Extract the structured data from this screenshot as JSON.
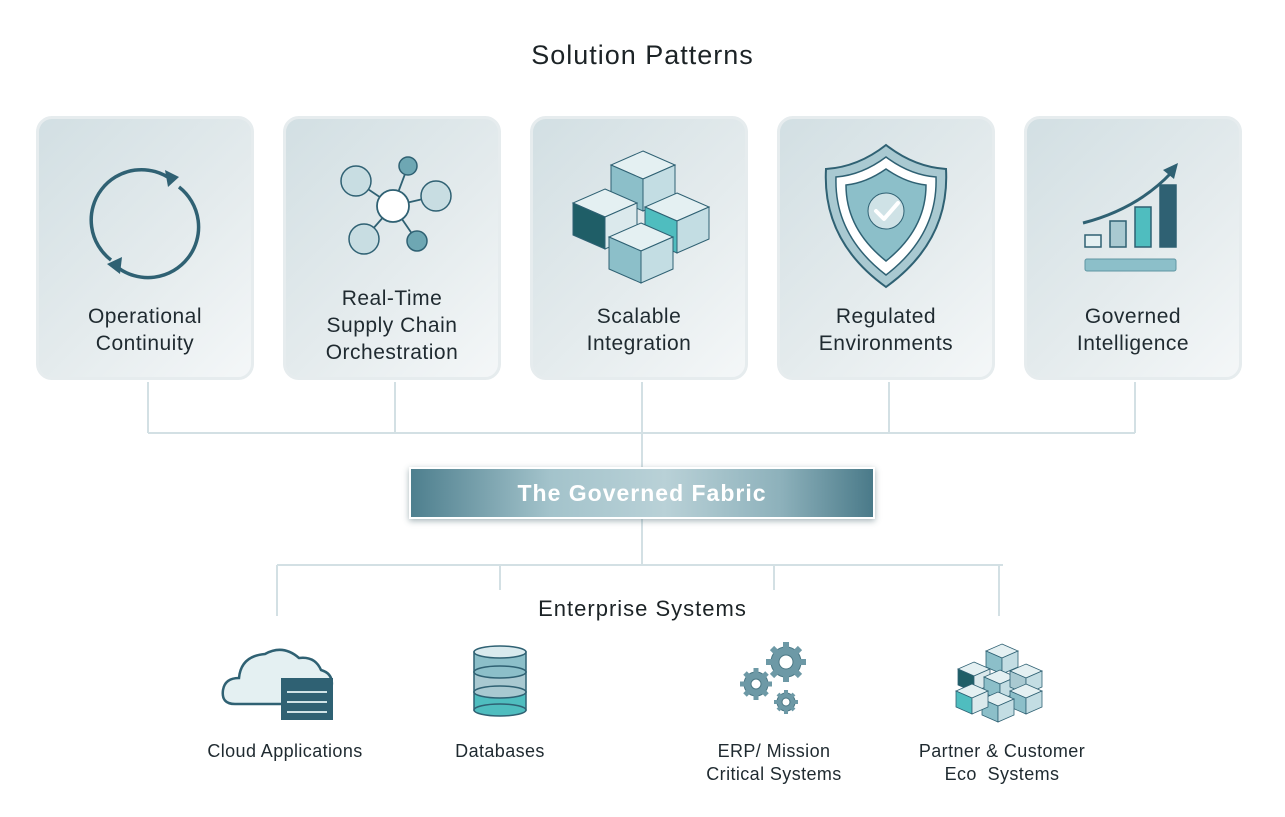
{
  "title": "Solution Patterns",
  "patterns": [
    {
      "label_lines": [
        "Operational",
        "Continuity"
      ],
      "icon": "cycle-arrows-icon"
    },
    {
      "label_lines": [
        "Real-Time",
        "Supply Chain",
        "Orchestration"
      ],
      "icon": "network-nodes-icon"
    },
    {
      "label_lines": [
        "Scalable",
        "Integration"
      ],
      "icon": "stacked-cubes-icon"
    },
    {
      "label_lines": [
        "Regulated",
        "Environments"
      ],
      "icon": "shield-check-icon"
    },
    {
      "label_lines": [
        "Governed",
        "Intelligence"
      ],
      "icon": "growth-bar-chart-icon"
    }
  ],
  "fabric": {
    "label": "The Governed Fabric"
  },
  "enterprise": {
    "title": "Enterprise Systems",
    "systems": [
      {
        "label_lines": [
          "Cloud Applications"
        ],
        "icon": "cloud-server-icon"
      },
      {
        "label_lines": [
          "Databases"
        ],
        "icon": "database-icon"
      },
      {
        "label_lines": [
          "ERP/ Mission",
          "Critical Systems"
        ],
        "icon": "gears-icon"
      },
      {
        "label_lines": [
          "Partner & Customer",
          "Eco  Systems"
        ],
        "icon": "cube-cluster-icon"
      }
    ]
  },
  "colors": {
    "dark_teal": "#2f6173",
    "mid_teal": "#4fbdbf",
    "light_teal": "#8cbfc9",
    "pale_teal": "#d9eaee",
    "connector": "#d3e0e4"
  }
}
